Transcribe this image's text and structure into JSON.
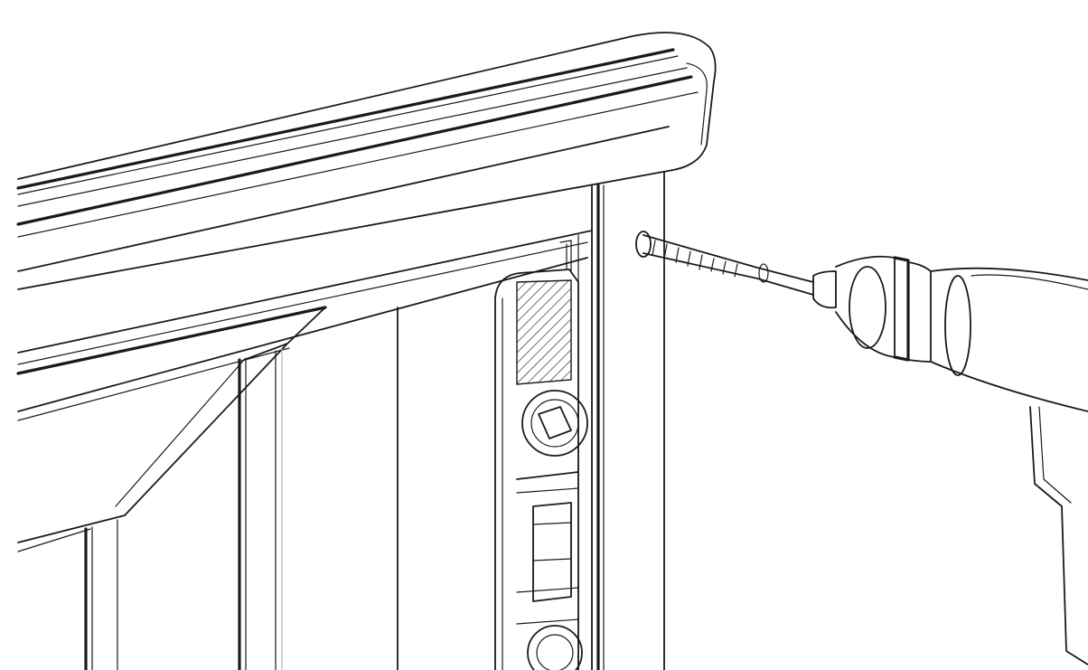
{
  "diagram": {
    "labels": [],
    "parts": [
      {
        "name": "window-frame-head",
        "description_shown": false
      },
      {
        "name": "window-sash",
        "description_shown": false
      },
      {
        "name": "hinge-fitting",
        "description_shown": false
      },
      {
        "name": "frame-jamb",
        "description_shown": false
      },
      {
        "name": "screw",
        "description_shown": false
      },
      {
        "name": "power-drill",
        "description_shown": false
      }
    ],
    "style": {
      "line_color": "#1a1a1a",
      "secondary_line_color": "#7a7a7a",
      "background": "#ffffff"
    }
  }
}
